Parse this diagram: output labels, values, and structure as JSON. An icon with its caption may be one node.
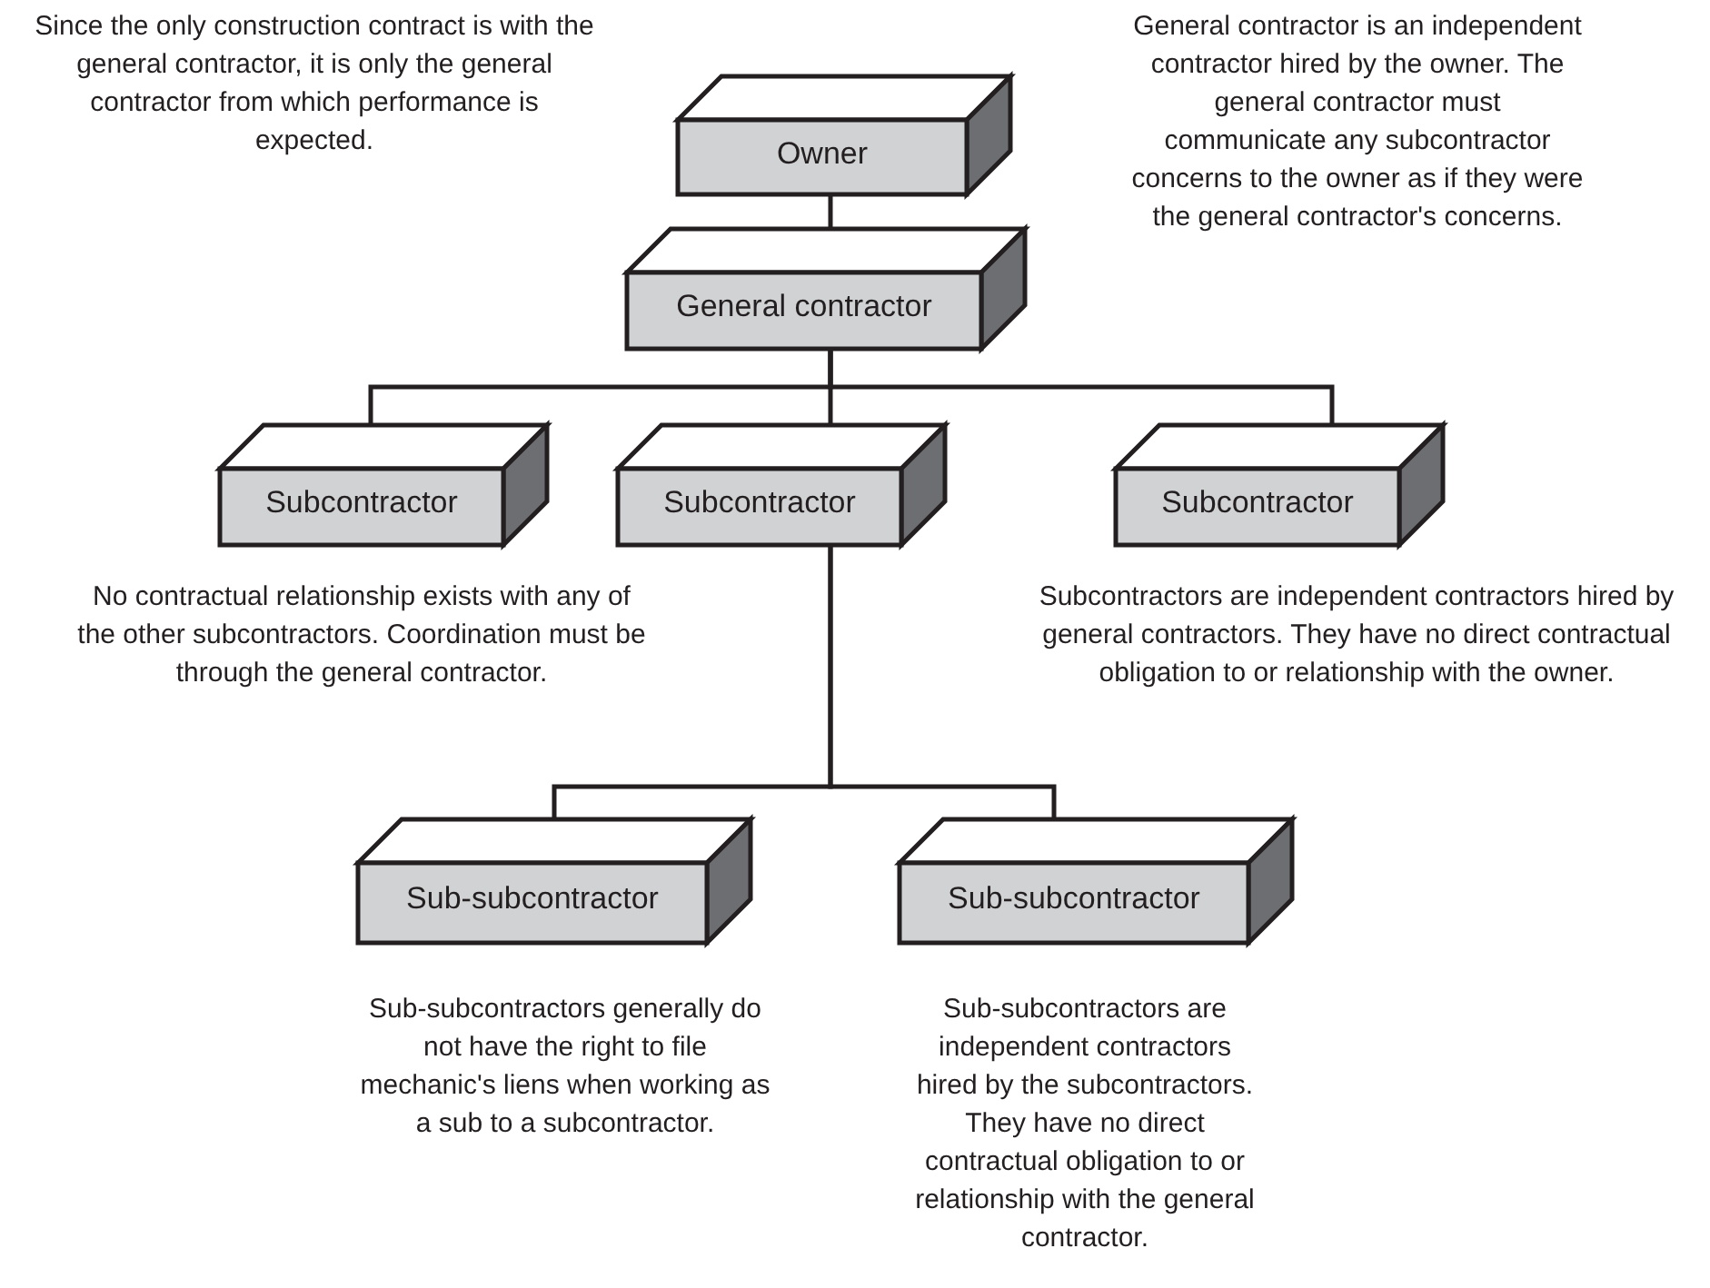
{
  "diagram": {
    "nodes": [
      {
        "text": [
          "Owner"
        ]
      },
      {
        "text": [
          "General contractor"
        ]
      },
      {
        "text": [
          "Subcontractor"
        ]
      },
      {
        "text": [
          "Subcontractor"
        ]
      },
      {
        "text": [
          "Subcontractor"
        ]
      },
      {
        "text": [
          "Sub-subcontractor"
        ]
      },
      {
        "text": [
          "Sub-subcontractor"
        ]
      }
    ],
    "edges": [
      {
        "from": 0,
        "to": 1,
        "arrow": "none"
      },
      {
        "from": 1,
        "to": 2,
        "arrow": "none"
      },
      {
        "from": 1,
        "to": 3,
        "arrow": "none"
      },
      {
        "from": 1,
        "to": 4,
        "arrow": "none"
      },
      {
        "from": 3,
        "to": 5,
        "arrow": "none"
      },
      {
        "from": 3,
        "to": 6,
        "arrow": "none"
      }
    ],
    "labels": [
      "Since the only construction contract is with the general contractor, it is only the general contractor from which performance is expected.",
      "General contractor is an independent contractor hired by the owner. The general contractor must communicate any subcontractor concerns to the owner as if they were the general contractor's concerns.",
      "No contractual relationship exists with any of the other subcontractors. Coordination must be through the general contractor.",
      "Subcontractors are independent contractors hired by general contractors. They have no direct contractual obligation to or relationship with the owner.",
      "Sub-subcontractors generally do not have the right to file mechanic's liens when working as a sub to a subcontractor.",
      "Sub-subcontractors are independent contractors hired by the subcontractors. They have no direct contractual obligation to or relationship with the general contractor."
    ]
  }
}
